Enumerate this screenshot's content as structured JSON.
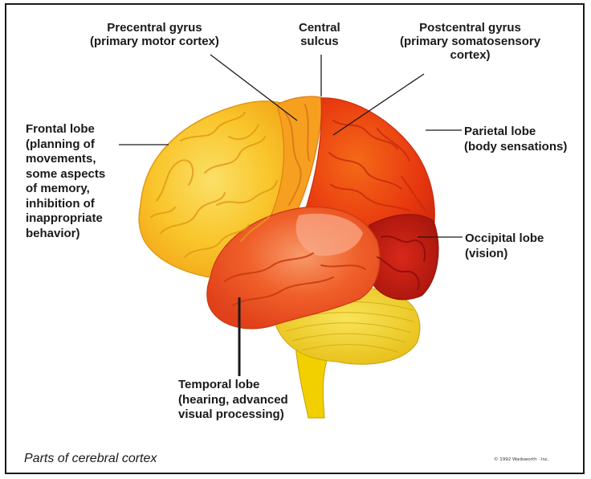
{
  "labels": {
    "precentral": [
      "Precentral gyrus",
      "(primary motor cortex)"
    ],
    "central": [
      "Central",
      "sulcus"
    ],
    "postcentral": [
      "Postcentral gyrus",
      "(primary somatosensory",
      "cortex)"
    ],
    "frontal": [
      "Frontal lobe",
      "(planning of",
      "movements,",
      "some aspects",
      "of memory,",
      "inhibition of",
      "inappropriate",
      "behavior)"
    ],
    "parietal": [
      "Parietal lobe",
      "(body sensations)"
    ],
    "occipital": [
      "Occipital lobe",
      "(vision)"
    ],
    "temporal": [
      "Temporal lobe",
      "(hearing, advanced",
      "visual processing)"
    ]
  },
  "caption": "Parts of cerebral cortex",
  "copyright": "© 1992 Wadsworth · Inc.",
  "colors": {
    "frontal": "#f9c52a",
    "motor": "#f7a020",
    "parietal": "#f04a12",
    "occipital": "#c81e10",
    "temporal": "#f0581a",
    "cerebellum": "#f3d21c",
    "brainstem": "#f2d000",
    "line": "#1a1a1a"
  }
}
